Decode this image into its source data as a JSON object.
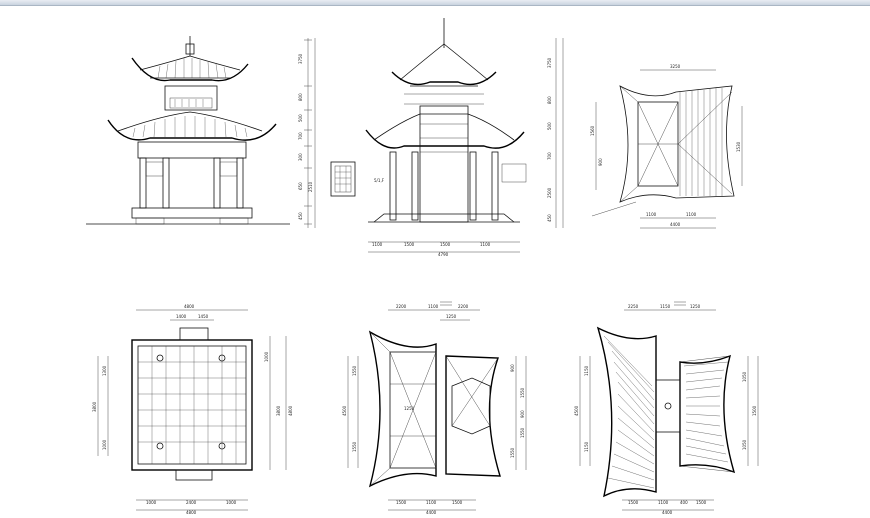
{
  "window": {
    "title_bar_color": "#c9d3df"
  },
  "drawing": {
    "background": "#ffffff",
    "line_color": "#111111",
    "views": [
      {
        "id": "front-elevation",
        "dims": [
          "3750",
          "800",
          "500",
          "700",
          "300",
          "650",
          "2510",
          "450"
        ]
      },
      {
        "id": "section-elevation",
        "dims": [
          "3750",
          "800",
          "500",
          "700",
          "2500",
          "450"
        ],
        "bottom_dims": [
          "1100",
          "1500",
          "1500",
          "1100"
        ],
        "bottom_total": "4790",
        "left_note": "5/1,F"
      },
      {
        "id": "roof-plan-top",
        "top_dim": "3250",
        "left_dims": [
          "1560",
          "900"
        ],
        "right_dim": "1530",
        "bottom_dims": [
          "1100",
          "1100"
        ],
        "bottom_total": "4400"
      },
      {
        "id": "floor-plan",
        "top_dims": [
          "1400",
          "1450"
        ],
        "top_total": "4800",
        "left_dims": [
          "1300",
          "3800",
          "1000"
        ],
        "right_dims": [
          "1000",
          "3800",
          "4800"
        ],
        "bottom_dims": [
          "1000",
          "2400",
          "1000"
        ],
        "bottom_total": "4800"
      },
      {
        "id": "beam-plan",
        "top_dims": [
          "2200",
          "1100",
          "2200"
        ],
        "top_inner": "1250",
        "left_dims": [
          "1550",
          "4500",
          "1550"
        ],
        "mid_label": "1250",
        "right_dims": [
          "900",
          "1550",
          "900",
          "1550",
          "1550"
        ],
        "bottom_dims": [
          "1500",
          "1100",
          "1500"
        ],
        "bottom_total": "4400"
      },
      {
        "id": "roof-plan-bottom",
        "top_dims": [
          "2250",
          "1150",
          "1250"
        ],
        "left_dims": [
          "1150",
          "4500",
          "1150"
        ],
        "right_dims": [
          "1050",
          "1500",
          "1050"
        ],
        "bottom_dims": [
          "1500",
          "1100",
          "400",
          "1500"
        ],
        "bottom_total": "4400"
      }
    ]
  }
}
